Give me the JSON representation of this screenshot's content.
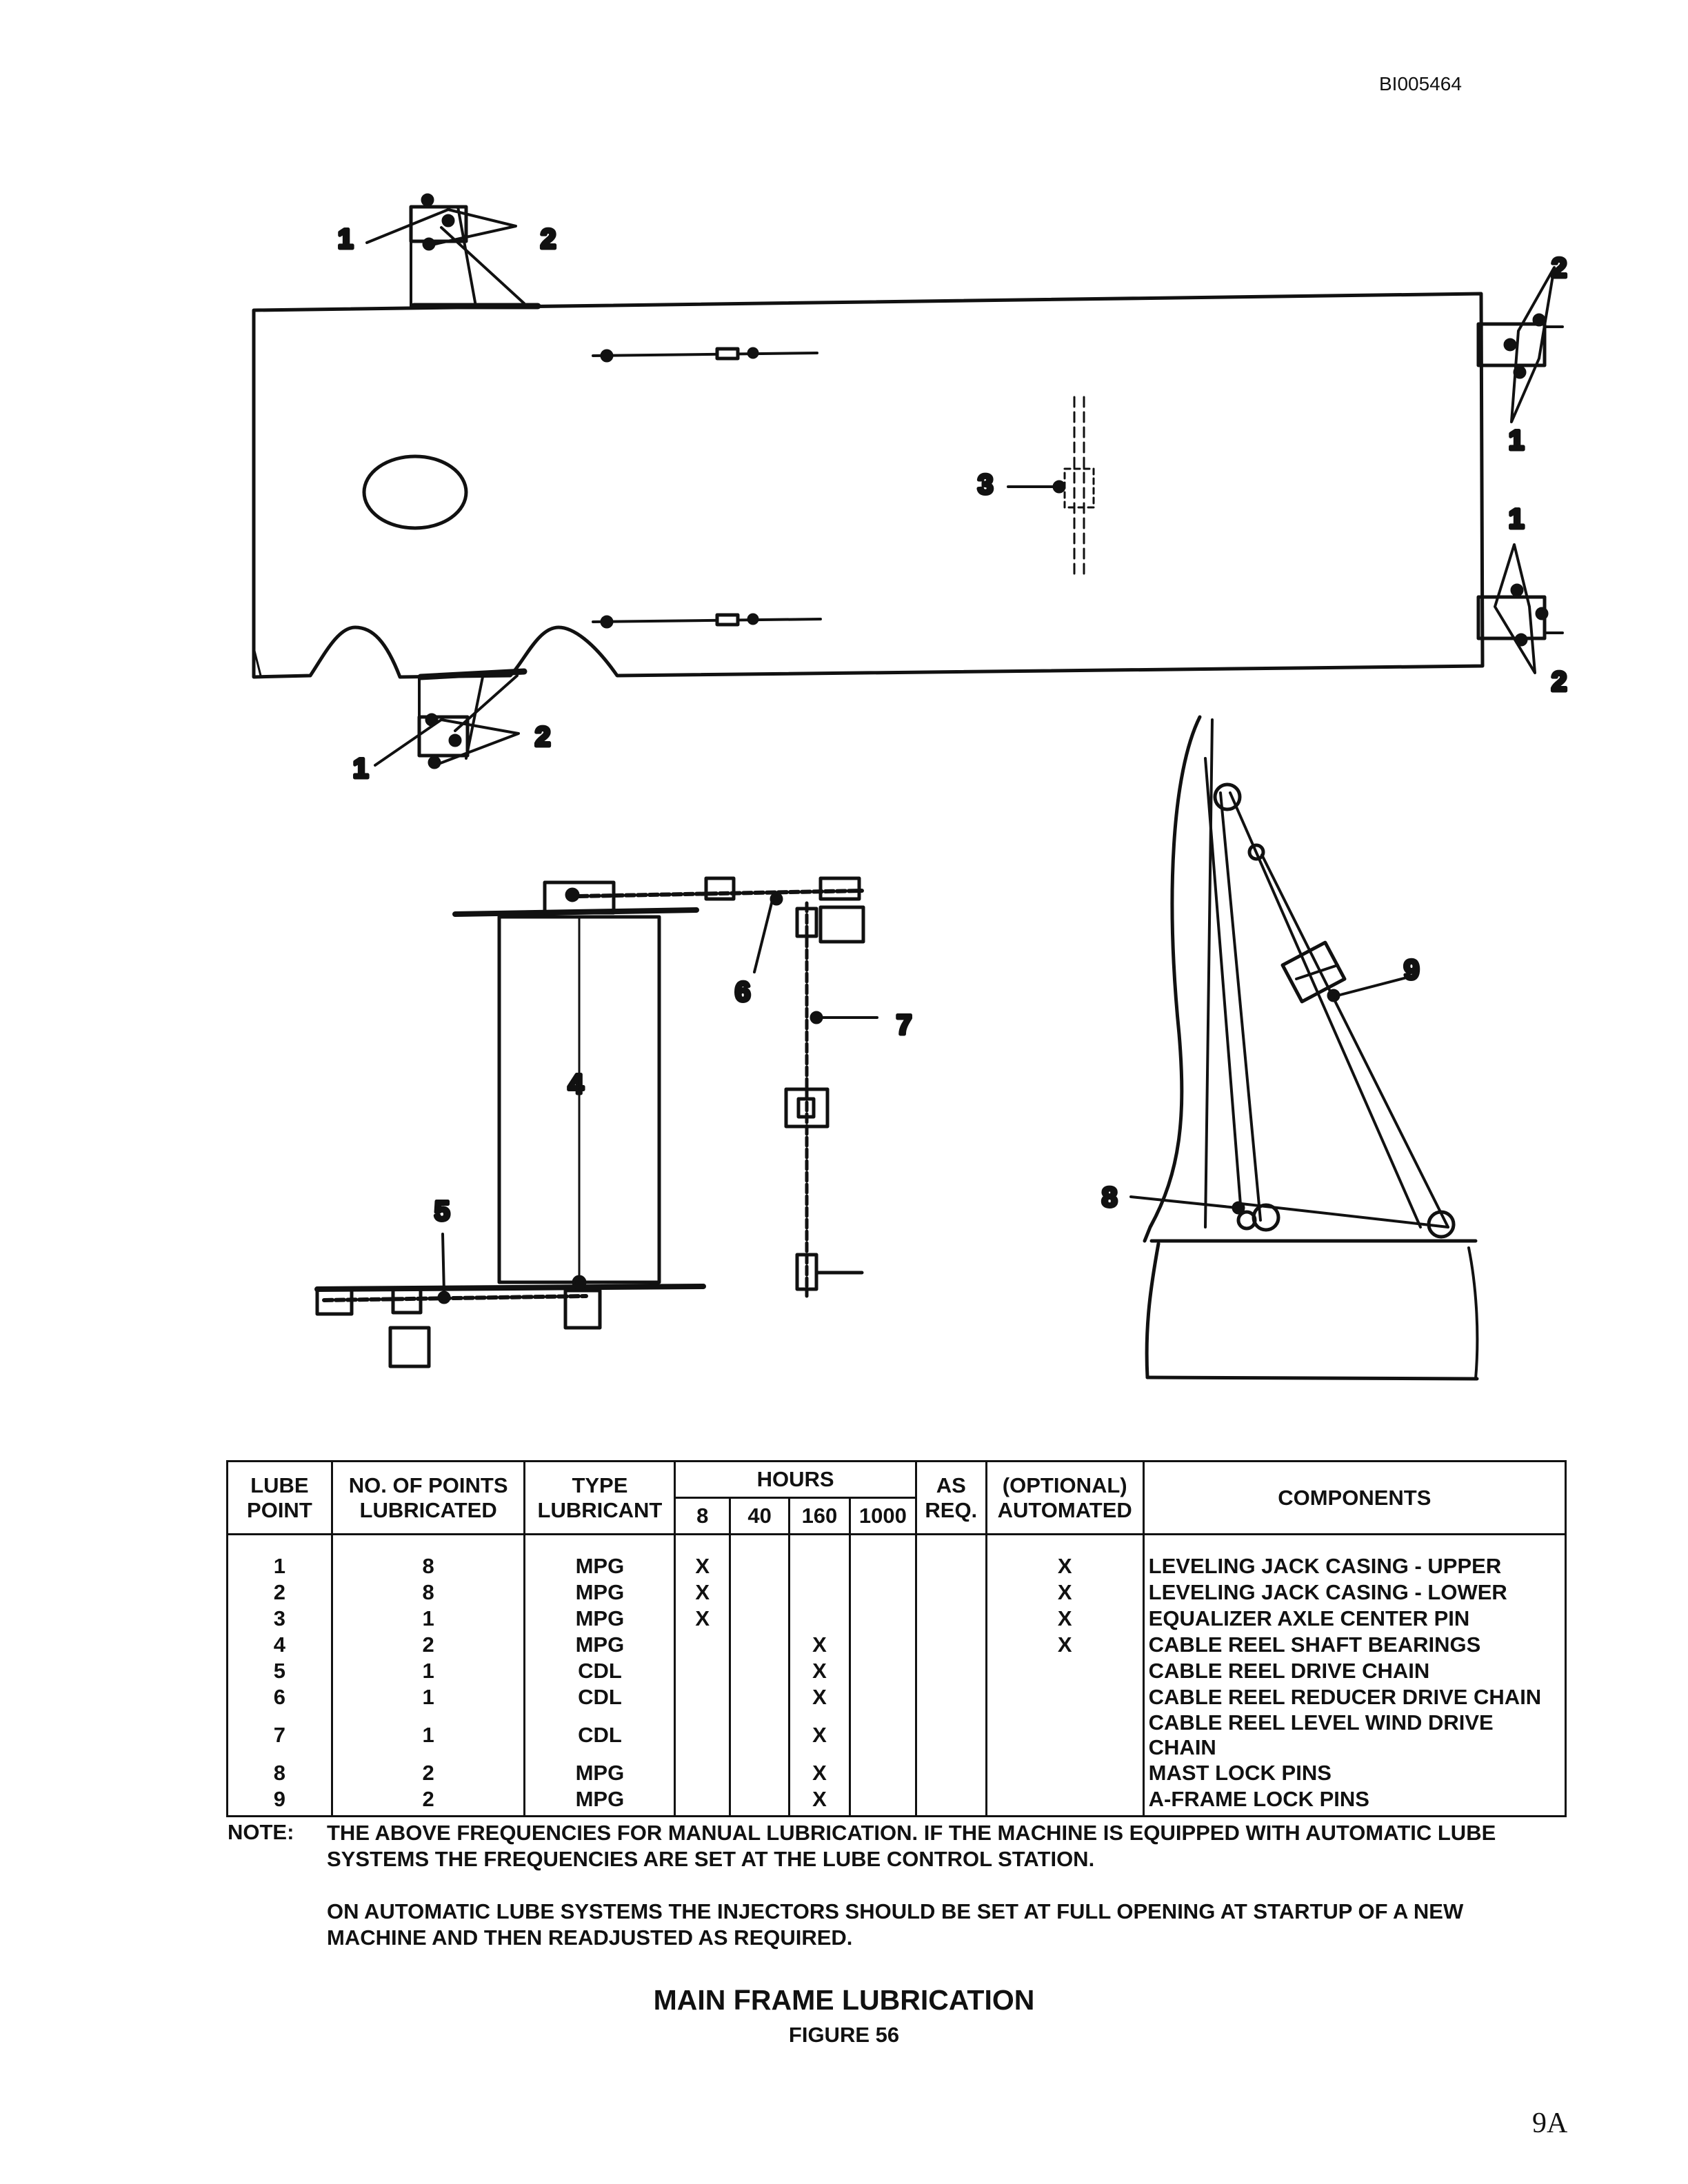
{
  "doc_id": "BI005464",
  "callouts": {
    "c1a": "1",
    "c2a": "2",
    "c2b": "2",
    "c1b": "1",
    "c3": "3",
    "c1c": "1",
    "c2c": "2",
    "c1d": "1",
    "c2d": "2",
    "c6": "6",
    "c7": "7",
    "c4": "4",
    "c5": "5",
    "c9": "9",
    "c8": "8"
  },
  "table": {
    "headers": {
      "lube": "LUBE",
      "point": "POINT",
      "no_points": "NO. OF POINTS",
      "lubricated": "LUBRICATED",
      "type": "TYPE",
      "lubricant": "LUBRICANT",
      "hours": "HOURS",
      "h8": "8",
      "h40": "40",
      "h160": "160",
      "h1000": "1000",
      "as": "AS",
      "req": "REQ.",
      "optional": "(OPTIONAL)",
      "automated": "AUTOMATED",
      "components": "COMPONENTS"
    },
    "rows": [
      {
        "point": "1",
        "count": "8",
        "type": "MPG",
        "h8": "X",
        "h40": "",
        "h160": "",
        "h1000": "",
        "asreq": "",
        "auto": "X",
        "component": "LEVELING JACK CASING - UPPER"
      },
      {
        "point": "2",
        "count": "8",
        "type": "MPG",
        "h8": "X",
        "h40": "",
        "h160": "",
        "h1000": "",
        "asreq": "",
        "auto": "X",
        "component": "LEVELING JACK CASING - LOWER"
      },
      {
        "point": "3",
        "count": "1",
        "type": "MPG",
        "h8": "X",
        "h40": "",
        "h160": "",
        "h1000": "",
        "asreq": "",
        "auto": "X",
        "component": "EQUALIZER AXLE CENTER PIN"
      },
      {
        "point": "4",
        "count": "2",
        "type": "MPG",
        "h8": "",
        "h40": "",
        "h160": "X",
        "h1000": "",
        "asreq": "",
        "auto": "X",
        "component": "CABLE REEL SHAFT BEARINGS"
      },
      {
        "point": "5",
        "count": "1",
        "type": "CDL",
        "h8": "",
        "h40": "",
        "h160": "X",
        "h1000": "",
        "asreq": "",
        "auto": "",
        "component": "CABLE REEL DRIVE CHAIN"
      },
      {
        "point": "6",
        "count": "1",
        "type": "CDL",
        "h8": "",
        "h40": "",
        "h160": "X",
        "h1000": "",
        "asreq": "",
        "auto": "",
        "component": "CABLE REEL REDUCER DRIVE CHAIN"
      },
      {
        "point": "7",
        "count": "1",
        "type": "CDL",
        "h8": "",
        "h40": "",
        "h160": "X",
        "h1000": "",
        "asreq": "",
        "auto": "",
        "component": "CABLE REEL LEVEL WIND DRIVE CHAIN"
      },
      {
        "point": "8",
        "count": "2",
        "type": "MPG",
        "h8": "",
        "h40": "",
        "h160": "X",
        "h1000": "",
        "asreq": "",
        "auto": "",
        "component": "MAST LOCK PINS"
      },
      {
        "point": "9",
        "count": "2",
        "type": "MPG",
        "h8": "",
        "h40": "",
        "h160": "X",
        "h1000": "",
        "asreq": "",
        "auto": "",
        "component": "A-FRAME LOCK PINS"
      }
    ]
  },
  "note": {
    "label": "NOTE:",
    "para1": "THE ABOVE FREQUENCIES FOR MANUAL LUBRICATION. IF THE MACHINE IS EQUIPPED WITH AUTOMATIC LUBE SYSTEMS THE FREQUENCIES ARE SET AT THE LUBE CONTROL STATION.",
    "para2": "ON AUTOMATIC LUBE SYSTEMS THE INJECTORS SHOULD BE SET AT FULL OPENING AT STARTUP OF A NEW MACHINE AND THEN READJUSTED AS REQUIRED."
  },
  "caption": {
    "title": "MAIN FRAME LUBRICATION",
    "figure": "FIGURE 56"
  },
  "page_number": "9A"
}
